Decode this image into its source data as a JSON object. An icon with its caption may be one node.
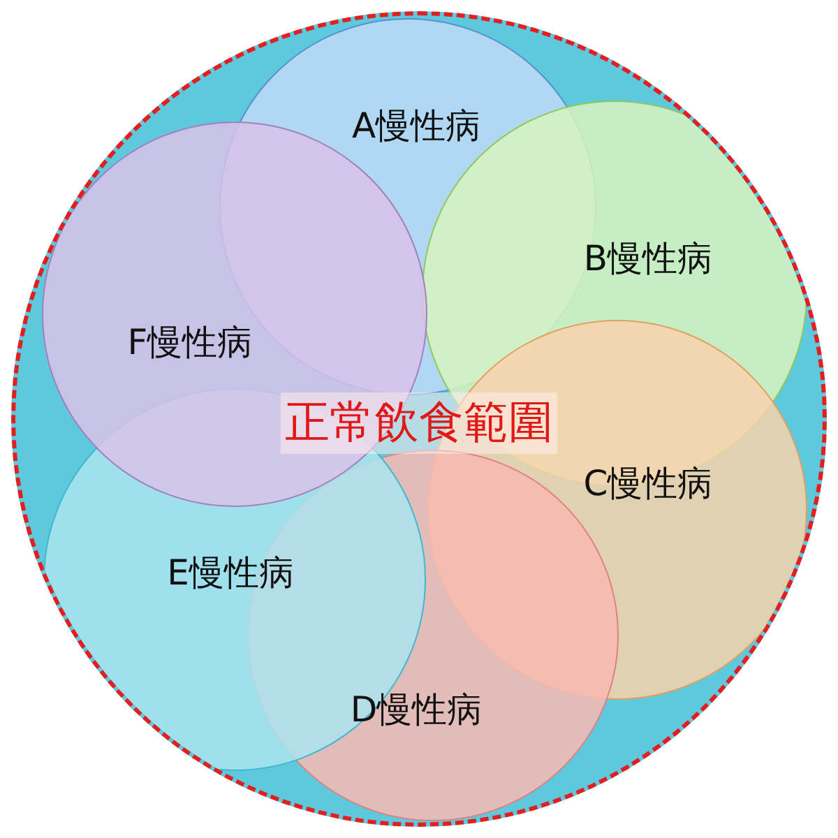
{
  "diagram": {
    "nodes": [
      {
        "text": [],
        "shape": "circle"
      },
      {
        "text": [
          "A慢性病"
        ],
        "in": 0
      },
      {
        "text": [
          "B慢性病"
        ],
        "in": 0
      },
      {
        "text": [
          "C慢性病"
        ],
        "in": 0
      },
      {
        "text": [
          "D慢性病"
        ],
        "in": 0
      },
      {
        "text": [
          "E慢性病"
        ],
        "in": 0
      },
      {
        "text": [
          "F慢性病"
        ],
        "in": 0
      }
    ],
    "labels": [
      "正常飲食範圍"
    ]
  }
}
